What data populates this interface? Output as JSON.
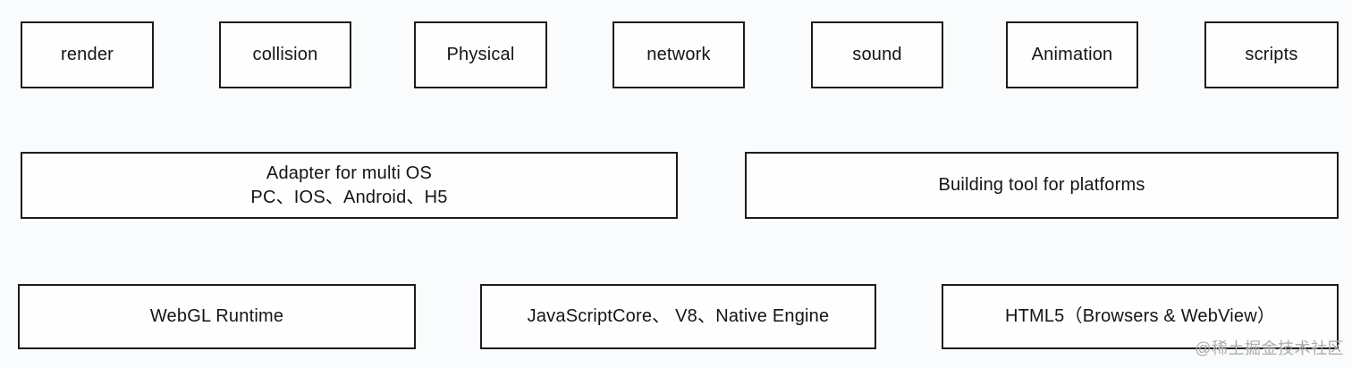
{
  "colors": {
    "background": "#fafbfc",
    "box_fill": "#fefefe",
    "box_border": "#1c1c1c",
    "text": "#141414",
    "watermark_gray": "#a9abad"
  },
  "diagram": {
    "modules_row": [
      {
        "label": "render"
      },
      {
        "label": "collision"
      },
      {
        "label": "Physical"
      },
      {
        "label": "network"
      },
      {
        "label": "sound"
      },
      {
        "label": "Animation"
      },
      {
        "label": "scripts"
      }
    ],
    "platform_row": [
      {
        "line1": "Adapter for multi OS",
        "line2": "PC、IOS、Android、H5"
      },
      {
        "line1": "Building tool for platforms"
      }
    ],
    "runtime_row": [
      {
        "label": "WebGL Runtime"
      },
      {
        "label": "JavaScriptCore、 V8、Native Engine"
      },
      {
        "label": "HTML5（Browsers & WebView）"
      }
    ]
  },
  "watermark": {
    "text": "@稀土掘金技术社区"
  }
}
